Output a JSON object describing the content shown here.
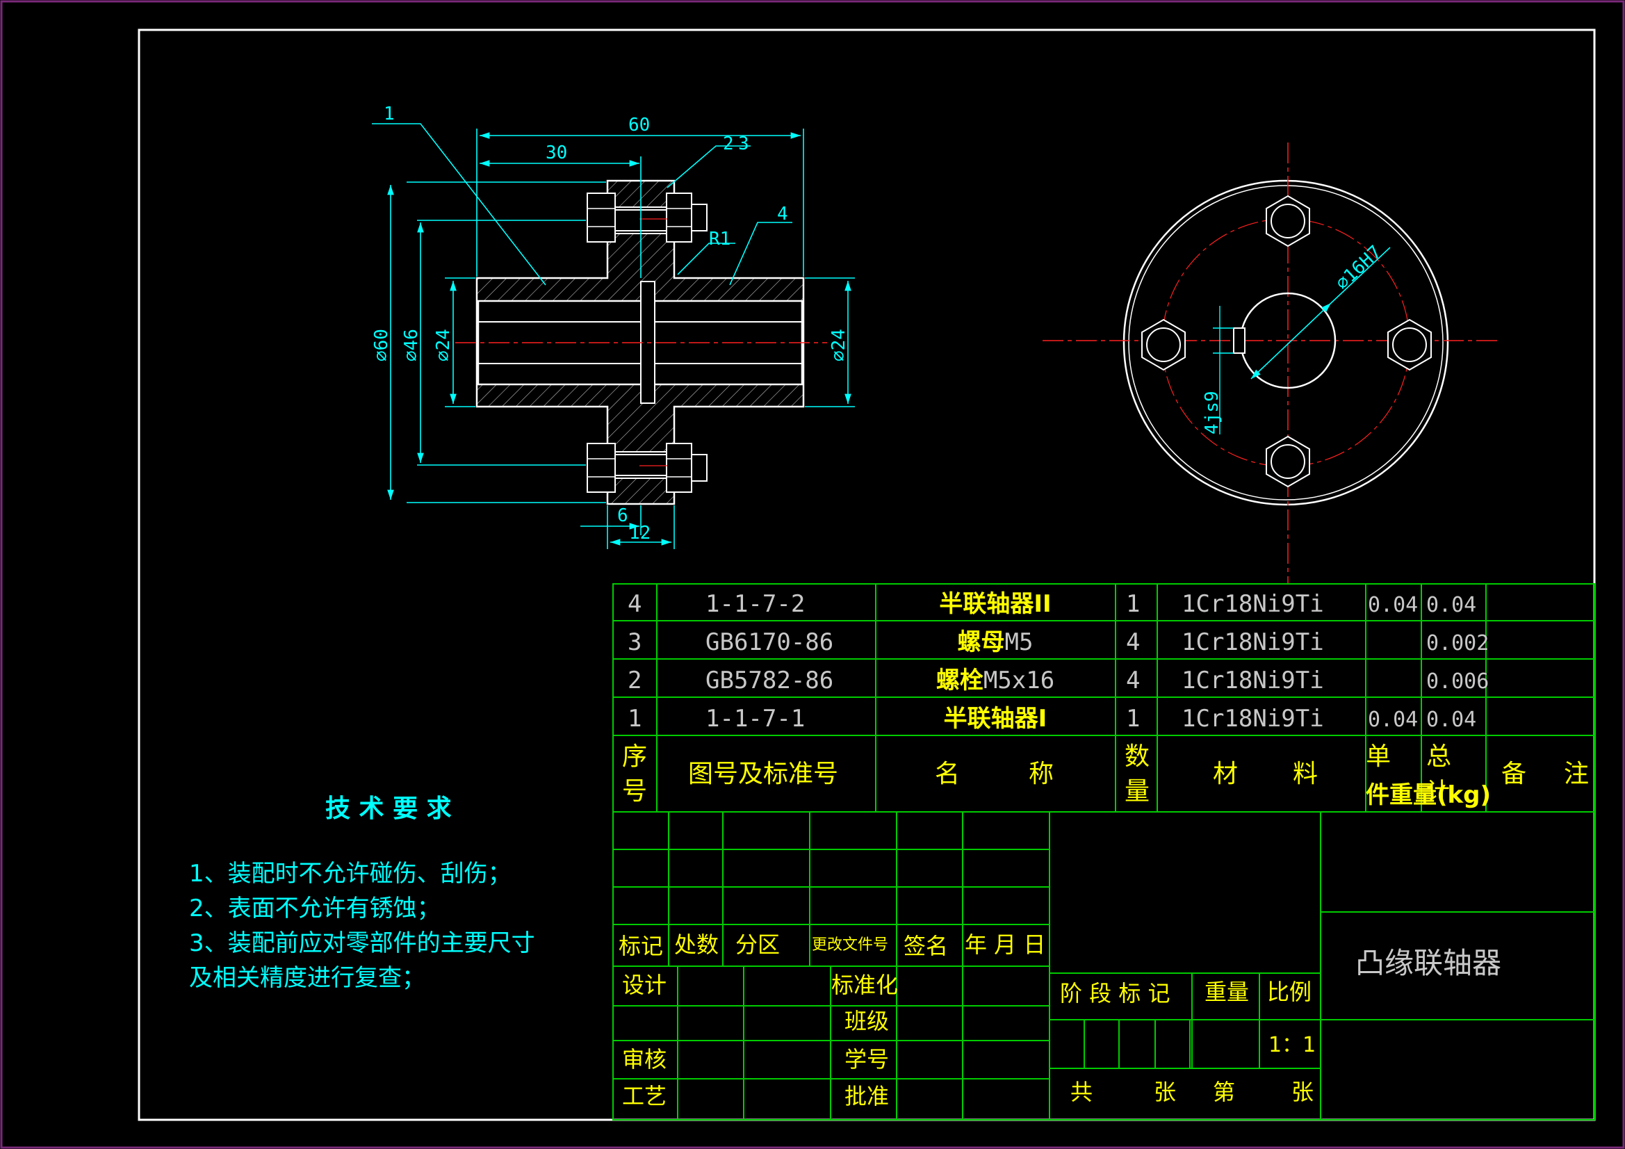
{
  "colors": {
    "background": "#000000",
    "outer_border": "#7a2a7a",
    "frame": "#ffffff",
    "dimension": "#00ffff",
    "outline": "#ffffff",
    "centerline": "#ff2020",
    "table_lines": "#00cc00",
    "yellow_text": "#ffff00",
    "grey_text": "#c8c8c8"
  },
  "front_view": {
    "balloons": [
      "1",
      "2",
      "3",
      "4"
    ],
    "dims": {
      "overall_length": "60",
      "half_length": "30",
      "radius": "R1",
      "dia_outer": "⌀60",
      "dia_bolt_circle": "⌀46",
      "dia_hub": "⌀24",
      "dia_hub_right": "⌀24",
      "flange_thk": "6",
      "flange_total": "12"
    }
  },
  "side_view": {
    "bore_dim": "⌀16H7",
    "key_dim": "4js9"
  },
  "tech_requirements": {
    "title": "技 术 要 求",
    "lines": [
      "1、装配时不允许碰伤、刮伤；",
      "2、表面不允许有锈蚀；",
      "3、装配前应对零部件的主要尺寸",
      "及相关精度进行复查；"
    ]
  },
  "bom": {
    "rows": [
      {
        "no": "4",
        "code": "1-1-7-2",
        "name": "半联轴器II",
        "name_suffix": "",
        "qty": "1",
        "material": "1Cr18Ni9Ti",
        "unit_weight": "0.04",
        "total_weight": "0.04",
        "remark": ""
      },
      {
        "no": "3",
        "code": "GB6170-86",
        "name": "螺母",
        "name_suffix": "M5",
        "qty": "4",
        "material": "1Cr18Ni9Ti",
        "unit_weight": "",
        "total_weight": "0.002",
        "remark": ""
      },
      {
        "no": "2",
        "code": "GB5782-86",
        "name": "螺栓",
        "name_suffix": "M5x16",
        "qty": "4",
        "material": "1Cr18Ni9Ti",
        "unit_weight": "",
        "total_weight": "0.006",
        "remark": ""
      },
      {
        "no": "1",
        "code": "1-1-7-1",
        "name": "半联轴器I",
        "name_suffix": "",
        "qty": "1",
        "material": "1Cr18Ni9Ti",
        "unit_weight": "0.04",
        "total_weight": "0.04",
        "remark": ""
      }
    ],
    "header": {
      "no_line1": "序",
      "no_line2": "号",
      "code": "图号及标准号",
      "name_a": "名",
      "name_b": "称",
      "qty_line1": "数",
      "qty_line2": "量",
      "material_a": "材",
      "material_b": "料",
      "unit": "单",
      "total": "总",
      "weight_unit": "件重量(kg)",
      "weight_total": "计",
      "remark_a": "备",
      "remark_b": "注"
    }
  },
  "title_block": {
    "rev_labels": [
      "标记",
      "处数",
      "分区",
      "更改文件号",
      "签名",
      "年 月 日"
    ],
    "design": "设计",
    "standard": "标准化",
    "class": "班级",
    "review": "审核",
    "student_no": "学号",
    "process": "工艺",
    "approve": "批准",
    "stage_mark": "阶 段 标 记",
    "weight": "重量",
    "scale": "比例",
    "scale_value": "1：1",
    "total_sheets": "共",
    "sheets": "张",
    "sheet_no": "第",
    "sheet_no_suffix": "张",
    "drawing_title": "凸缘联轴器"
  }
}
